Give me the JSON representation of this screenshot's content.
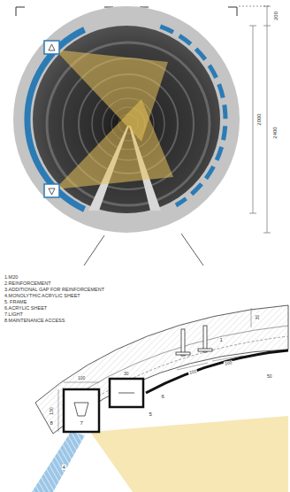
{
  "diagram": {
    "labels": [
      "200",
      "2000",
      "2400",
      "1.M20",
      "2.REINFORCEMENT",
      "3.ADDITIONAL GAP FOR REINFORCEMENT",
      "4.MONOLYTHIC ACRYLIC SHEET",
      "5. FRAME",
      "6.ACRYLIC SHEET",
      "7.LIGHT",
      "8.MAINTENANCE ACCESS",
      "7",
      "8",
      "4",
      "5",
      "6",
      "1",
      "100",
      "130",
      "100",
      "100",
      "30",
      "30",
      "50"
    ]
  }
}
